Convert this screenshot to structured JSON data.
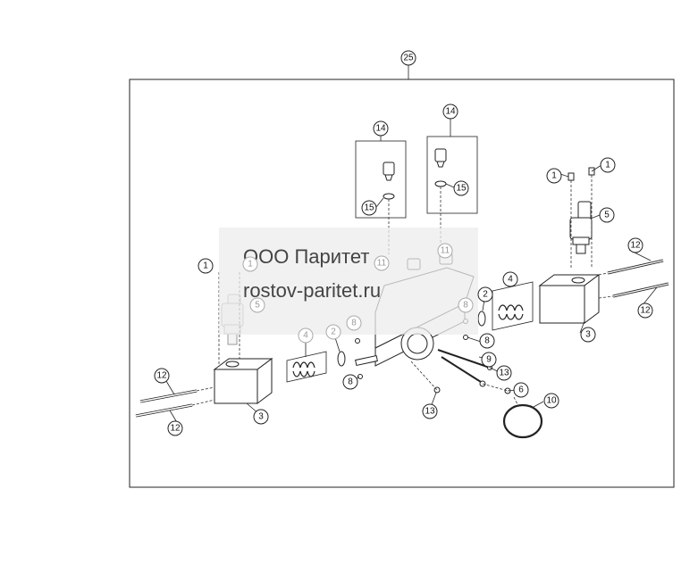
{
  "watermark": {
    "line1": "ООО Паритет",
    "line2": "rostov-paritet.ru"
  },
  "callouts": [
    {
      "id": "c25",
      "label": "25"
    },
    {
      "id": "c14a",
      "label": "14"
    },
    {
      "id": "c14b",
      "label": "14"
    },
    {
      "id": "c15a",
      "label": "15"
    },
    {
      "id": "c15b",
      "label": "15"
    },
    {
      "id": "c11a",
      "label": "11"
    },
    {
      "id": "c11b",
      "label": "11"
    },
    {
      "id": "c1a",
      "label": "1"
    },
    {
      "id": "c1b",
      "label": "1"
    },
    {
      "id": "c1c",
      "label": "1"
    },
    {
      "id": "c1d",
      "label": "1"
    },
    {
      "id": "c5a",
      "label": "5"
    },
    {
      "id": "c5b",
      "label": "5"
    },
    {
      "id": "c12a",
      "label": "12"
    },
    {
      "id": "c12b",
      "label": "12"
    },
    {
      "id": "c12c",
      "label": "12"
    },
    {
      "id": "c12d",
      "label": "12"
    },
    {
      "id": "c4a",
      "label": "4"
    },
    {
      "id": "c4b",
      "label": "4"
    },
    {
      "id": "c2a",
      "label": "2"
    },
    {
      "id": "c2b",
      "label": "2"
    },
    {
      "id": "c8a",
      "label": "8"
    },
    {
      "id": "c8b",
      "label": "8"
    },
    {
      "id": "c8c",
      "label": "8"
    },
    {
      "id": "c8d",
      "label": "8"
    },
    {
      "id": "c3a",
      "label": "3"
    },
    {
      "id": "c3b",
      "label": "3"
    },
    {
      "id": "c9",
      "label": "9"
    },
    {
      "id": "c13a",
      "label": "13"
    },
    {
      "id": "c13b",
      "label": "13"
    },
    {
      "id": "c6",
      "label": "6"
    },
    {
      "id": "c10",
      "label": "10"
    }
  ]
}
